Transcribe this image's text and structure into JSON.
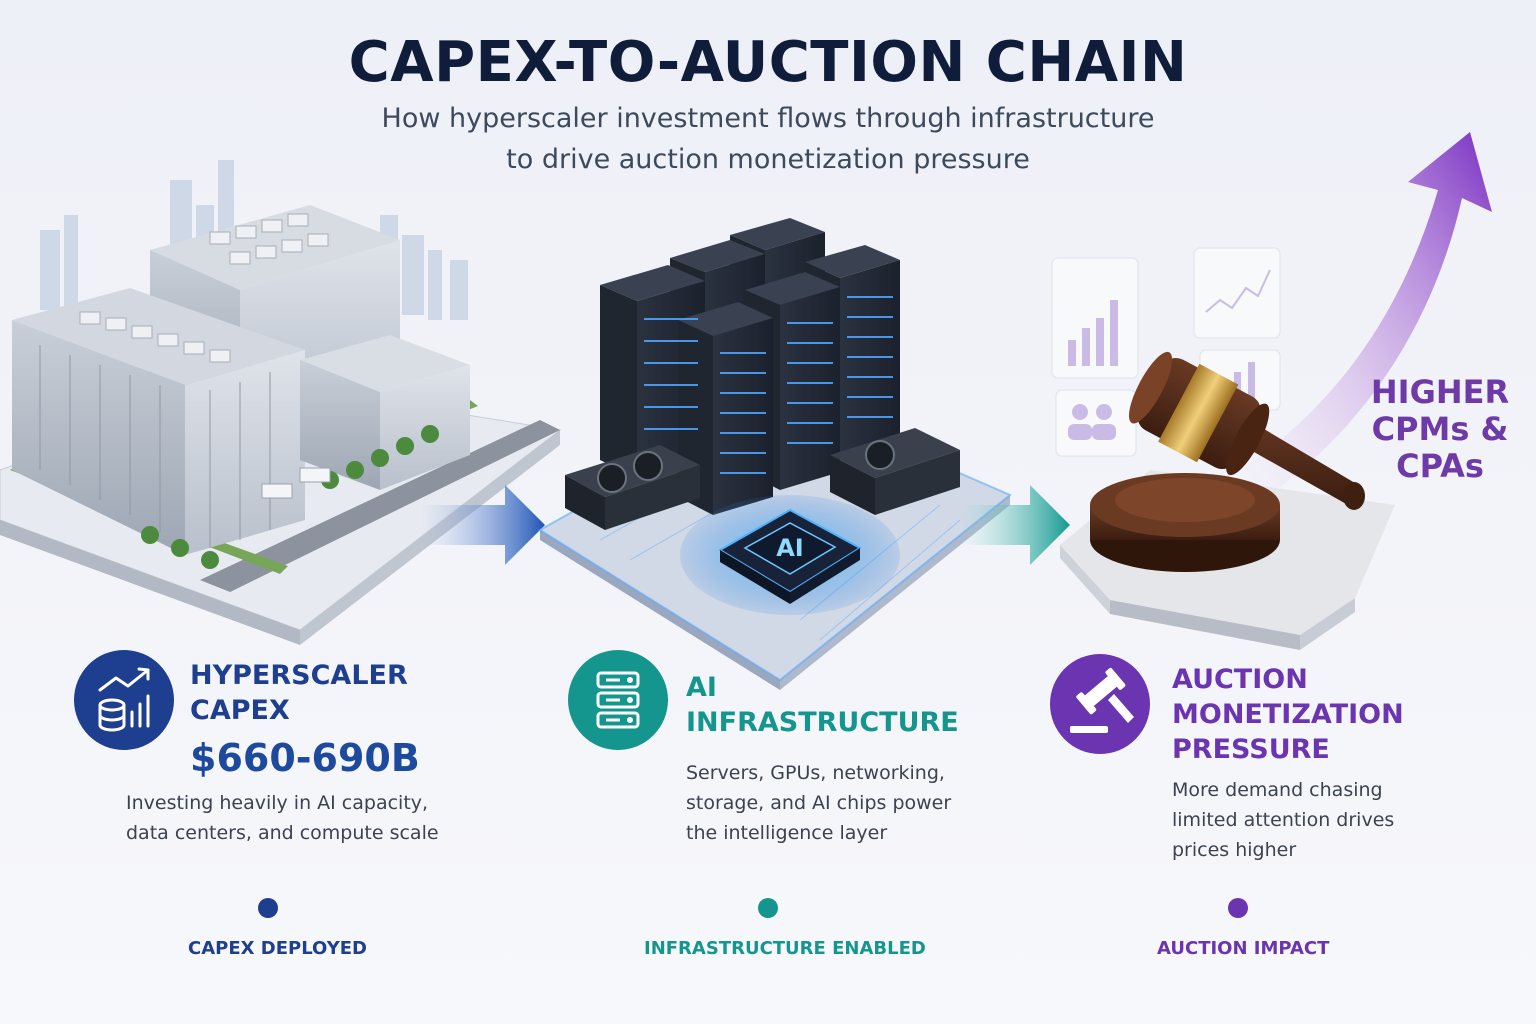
{
  "title": "CAPEX-TO-AUCTION CHAIN",
  "subtitle": {
    "line1": "How hyperscaler investment flows through infrastructure",
    "line2": "to drive auction monetization pressure"
  },
  "stages": [
    {
      "icon": "capex-chart-coins-icon",
      "color": "#1e3f8f",
      "heading_line1": "HYPERSCALER",
      "heading_line2": "CAPEX",
      "amount": "$660-690B",
      "desc_line1": "Investing heavily in AI capacity,",
      "desc_line2": "data centers, and compute scale",
      "timeline_label": "CAPEX DEPLOYED"
    },
    {
      "icon": "server-stack-icon",
      "color": "#14968e",
      "heading_line1": "AI",
      "heading_line2": "INFRASTRUCTURE",
      "desc_line1": "Servers, GPUs, networking,",
      "desc_line2": "storage, and AI chips power",
      "desc_line3": "the intelligence layer",
      "timeline_label": "INFRASTRUCTURE ENABLED"
    },
    {
      "icon": "gavel-icon",
      "color": "#6b34b0",
      "heading_line1": "AUCTION",
      "heading_line2": "MONETIZATION",
      "heading_line3": "PRESSURE",
      "desc_line1": "More demand chasing",
      "desc_line2": "limited attention drives",
      "desc_line3": "prices higher",
      "timeline_label": "AUCTION IMPACT"
    }
  ],
  "result": {
    "line1": "HIGHER",
    "line2": "CPMs &",
    "line3": "CPAs"
  },
  "chip_label": "AI"
}
